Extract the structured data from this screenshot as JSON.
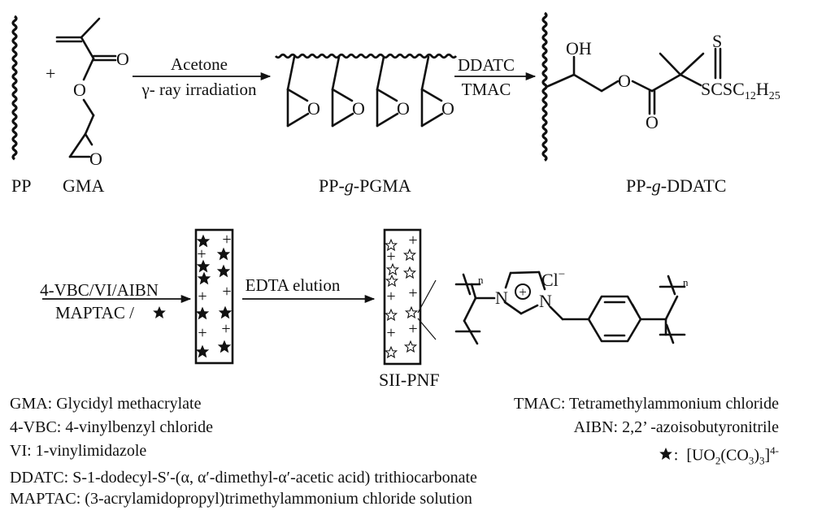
{
  "diagram": {
    "type": "reaction-scheme",
    "step1": {
      "reactant_a": "PP",
      "plus": "+",
      "reactant_b": "GMA",
      "gma_atoms": {
        "carbonyl_o": "O",
        "ester_o": "O",
        "epoxide_o": "O"
      },
      "conditions_top": "Acetone",
      "conditions_bottom": "γ- ray irradiation",
      "product": "PP-g-PGMA",
      "product_parts": {
        "pre": "PP-",
        "italic": "g",
        "post": "-PGMA"
      },
      "epoxide_o": "O",
      "graft_count": 4
    },
    "step2": {
      "conditions_top": "DDATC",
      "conditions_bottom": "TMAC",
      "product": "PP-g-DDATC",
      "product_parts": {
        "pre": "PP-",
        "italic": "g",
        "post": "-DDATC"
      },
      "atoms": {
        "hydroxyl": "OH",
        "ester_o": "O",
        "carbonyl_o": "O",
        "thione_s": "S",
        "chain": "SCSC",
        "chain_sub1": "12",
        "chain_h": "H",
        "chain_sub2": "25"
      }
    },
    "step3": {
      "conditions_top": "4-VBC/VI/AIBN",
      "conditions_bottom": "MAPTAC / ",
      "conditions_bottom_icon": "filled-star-icon"
    },
    "step4": {
      "conditions_top": "EDTA elution",
      "product": "SII-PNF",
      "structure_atoms": {
        "n1": "N",
        "n2": "N",
        "plus": "+",
        "counterion": "Cl",
        "counterion_charge": "−",
        "repeat_1": "n",
        "repeat_2": "n"
      }
    }
  },
  "legend": {
    "left": [
      {
        "abbr": "GMA",
        "text": "GMA: Glycidyl methacrylate"
      },
      {
        "abbr": "4-VBC",
        "text": "4-VBC: 4-vinylbenzyl chloride"
      },
      {
        "abbr": "VI",
        "text": "VI: 1-vinylimidazole"
      },
      {
        "abbr": "DDATC",
        "text": "DDATC: S-1-dodecyl-S′-(α, α′-dimethyl-α′-acetic acid) trithiocarbonate"
      },
      {
        "abbr": "MAPTAC",
        "text": "MAPTAC: (3-acrylamidopropyl)trimethylammonium chloride solution"
      }
    ],
    "right": [
      {
        "abbr": "TMAC",
        "text": "TMAC: Tetramethylammonium chloride"
      },
      {
        "abbr": "AIBN",
        "text": "AIBN: 2,2’ -azoisobutyronitrile"
      },
      {
        "abbr": "star",
        "icon": "filled-star-icon",
        "sep": ":",
        "formula_pre": "[UO",
        "sub1": "2",
        "mid": "(CO",
        "sub2": "3",
        "mid2": ")",
        "sub3": "3",
        "close": "]",
        "sup": "4-"
      }
    ]
  },
  "colors": {
    "ink": "#111111",
    "background": "#ffffff"
  }
}
